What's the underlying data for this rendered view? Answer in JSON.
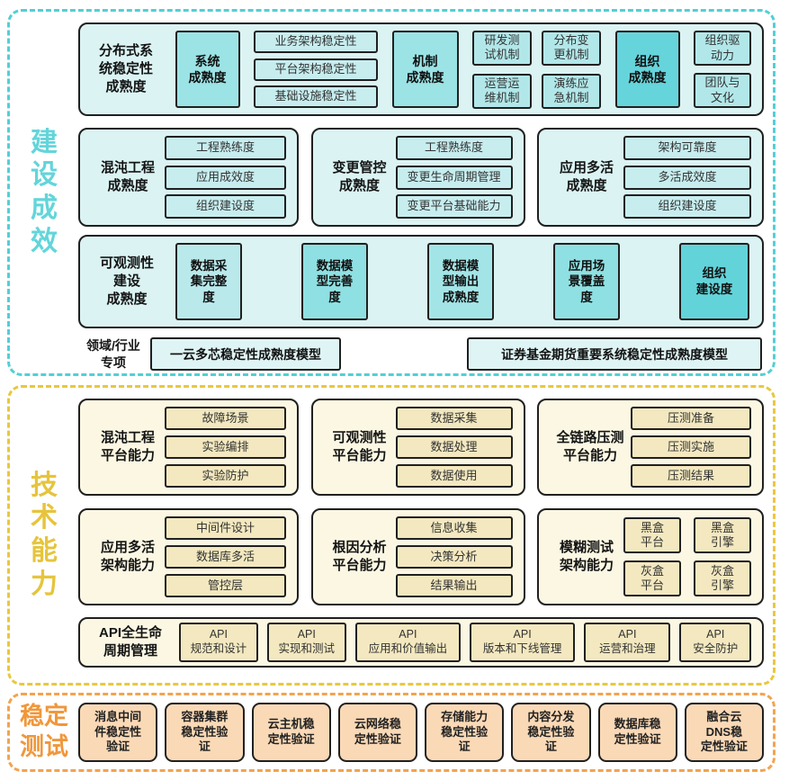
{
  "colors": {
    "effect_accent": "#53CFD6",
    "effect_panel_bg": "#DBF3F3",
    "effect_chip_bg": "#C7EDEF",
    "effect_box_mid": "#9BE3E5",
    "effect_box_dark": "#66D4DB",
    "tech_accent": "#E9C83E",
    "tech_panel_bg": "#FBF7E3",
    "tech_chip_bg": "#F3E8BF",
    "test_accent": "#F2A44F",
    "test_box_bg": "#FAD9B6",
    "outline": "#202020"
  },
  "effect": {
    "side_label": "建\n设\n成\n效",
    "row1": {
      "title": "分布式系\n统稳定性\n成熟度",
      "g1_box": "系统\n成熟度",
      "g1_items": [
        "业务架构稳定性",
        "平台架构稳定性",
        "基础设施稳定性"
      ],
      "g2_box": "机制\n成熟度",
      "g2_items": [
        "研发测\n试机制",
        "分布变\n更机制",
        "运营运\n维机制",
        "演练应\n急机制"
      ],
      "g3_box": "组织\n成熟度",
      "g3_items": [
        "组织驱\n动力",
        "团队与\n文化"
      ]
    },
    "row2": [
      {
        "title": "混沌工程\n成熟度",
        "items": [
          "工程熟练度",
          "应用成效度",
          "组织建设度"
        ]
      },
      {
        "title": "变更管控\n成熟度",
        "items": [
          "工程熟练度",
          "变更生命周期管理",
          "变更平台基础能力"
        ]
      },
      {
        "title": "应用多活\n成熟度",
        "items": [
          "架构可靠度",
          "多活成效度",
          "组织建设度"
        ]
      }
    ],
    "row3": {
      "title": "可观测性\n建设\n成熟度",
      "boxes": [
        "数据采\n集完整\n度",
        "数据模\n型完善\n度",
        "数据模\n型输出\n成熟度",
        "应用场\n景覆盖\n度",
        "组织\n建设度"
      ]
    },
    "row4": {
      "label": "领域/行业\n专项",
      "box1": "一云多芯稳定性成熟度模型",
      "box2": "证券基金期货重要系统稳定性成熟度模型"
    }
  },
  "tech": {
    "side_label": "技\n术\n能\n力",
    "row1": [
      {
        "title": "混沌工程\n平台能力",
        "items": [
          "故障场景",
          "实验编排",
          "实验防护"
        ]
      },
      {
        "title": "可观测性\n平台能力",
        "items": [
          "数据采集",
          "数据处理",
          "数据使用"
        ]
      },
      {
        "title": "全链路压测\n平台能力",
        "items": [
          "压测准备",
          "压测实施",
          "压测结果"
        ]
      }
    ],
    "row2": [
      {
        "title": "应用多活\n架构能力",
        "items": [
          "中间件设计",
          "数据库多活",
          "管控层"
        ]
      },
      {
        "title": "根因分析\n平台能力",
        "items": [
          "信息收集",
          "决策分析",
          "结果输出"
        ]
      },
      {
        "title": "模糊测试\n架构能力",
        "items": [
          "黑盒\n平台",
          "黑盒\n引擎",
          "灰盒\n平台",
          "灰盒\n引擎"
        ]
      }
    ],
    "row3": {
      "title": "API全生命\n周期管理",
      "items": [
        "API\n规范和设计",
        "API\n实现和测试",
        "API\n应用和价值输出",
        "API\n版本和下线管理",
        "API\n运营和治理",
        "API\n安全防护"
      ]
    }
  },
  "test": {
    "side_label": "稳定\n测试",
    "boxes": [
      "消息中间\n件稳定性\n验证",
      "容器集群\n稳定性验\n证",
      "云主机稳\n定性验证",
      "云网络稳\n定性验证",
      "存储能力\n稳定性验\n证",
      "内容分发\n稳定性验\n证",
      "数据库稳\n定性验证",
      "融合云\nDNS稳\n定性验证"
    ]
  }
}
